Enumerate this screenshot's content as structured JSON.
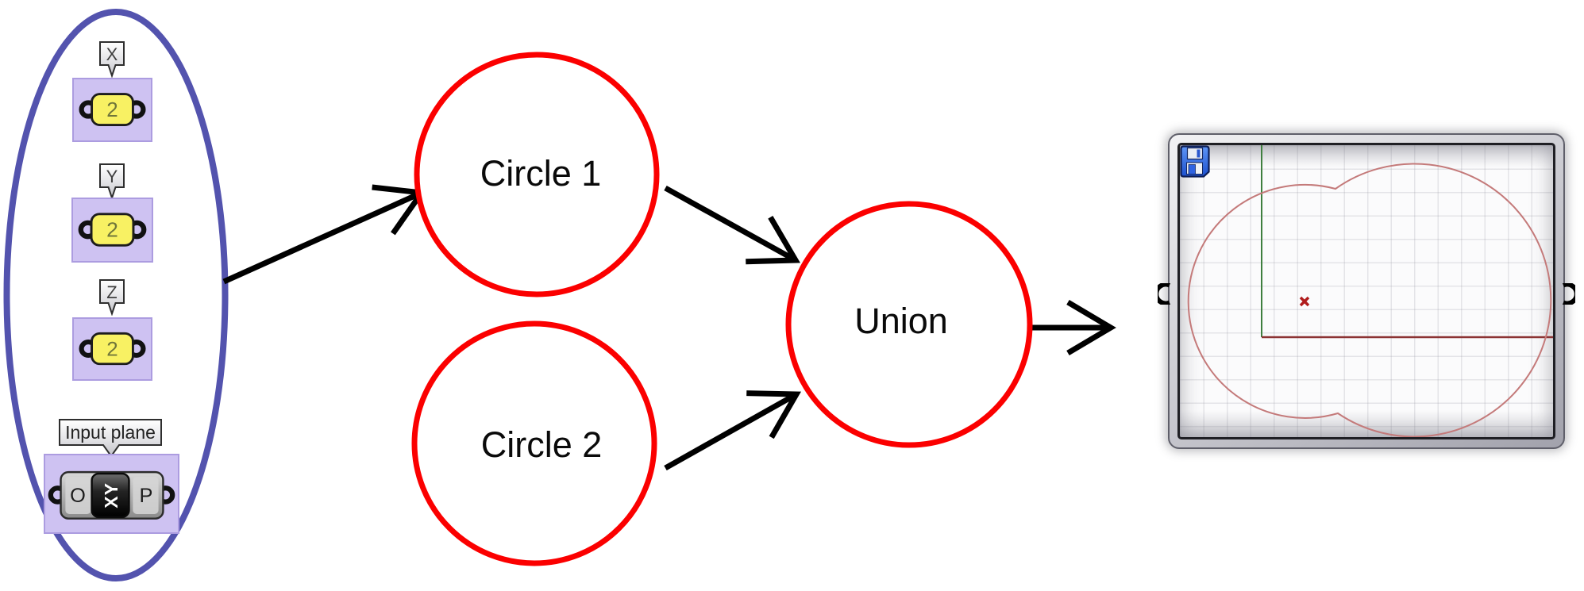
{
  "inputs": {
    "sliders": [
      {
        "tag": "X",
        "value": "2"
      },
      {
        "tag": "Y",
        "value": "2"
      },
      {
        "tag": "Z",
        "value": "2"
      }
    ],
    "plane": {
      "callout": "Input plane",
      "port_left": "O",
      "port_right": "P",
      "badge": "XY"
    }
  },
  "nodes": [
    {
      "label": "Circle 1"
    },
    {
      "label": "Circle 2"
    },
    {
      "label": "Union"
    }
  ],
  "preview": {
    "save_icon": "floppy-disk-icon",
    "origin_marker": "red-x-marker"
  },
  "colors": {
    "group_ellipse": "#5353ae",
    "node_circle": "#fb0000",
    "arrow": "#000000",
    "group_fill": "#cec2f2",
    "slider_capsule": "#f8f163",
    "slider_value_text": "#70763a",
    "preview_curve": "#c47a7a",
    "preview_axis_x": "#8b3333",
    "preview_axis_y": "#3f7f3f",
    "origin_marker": "#b01c1c",
    "floppy_blue": "#2a62e0"
  }
}
